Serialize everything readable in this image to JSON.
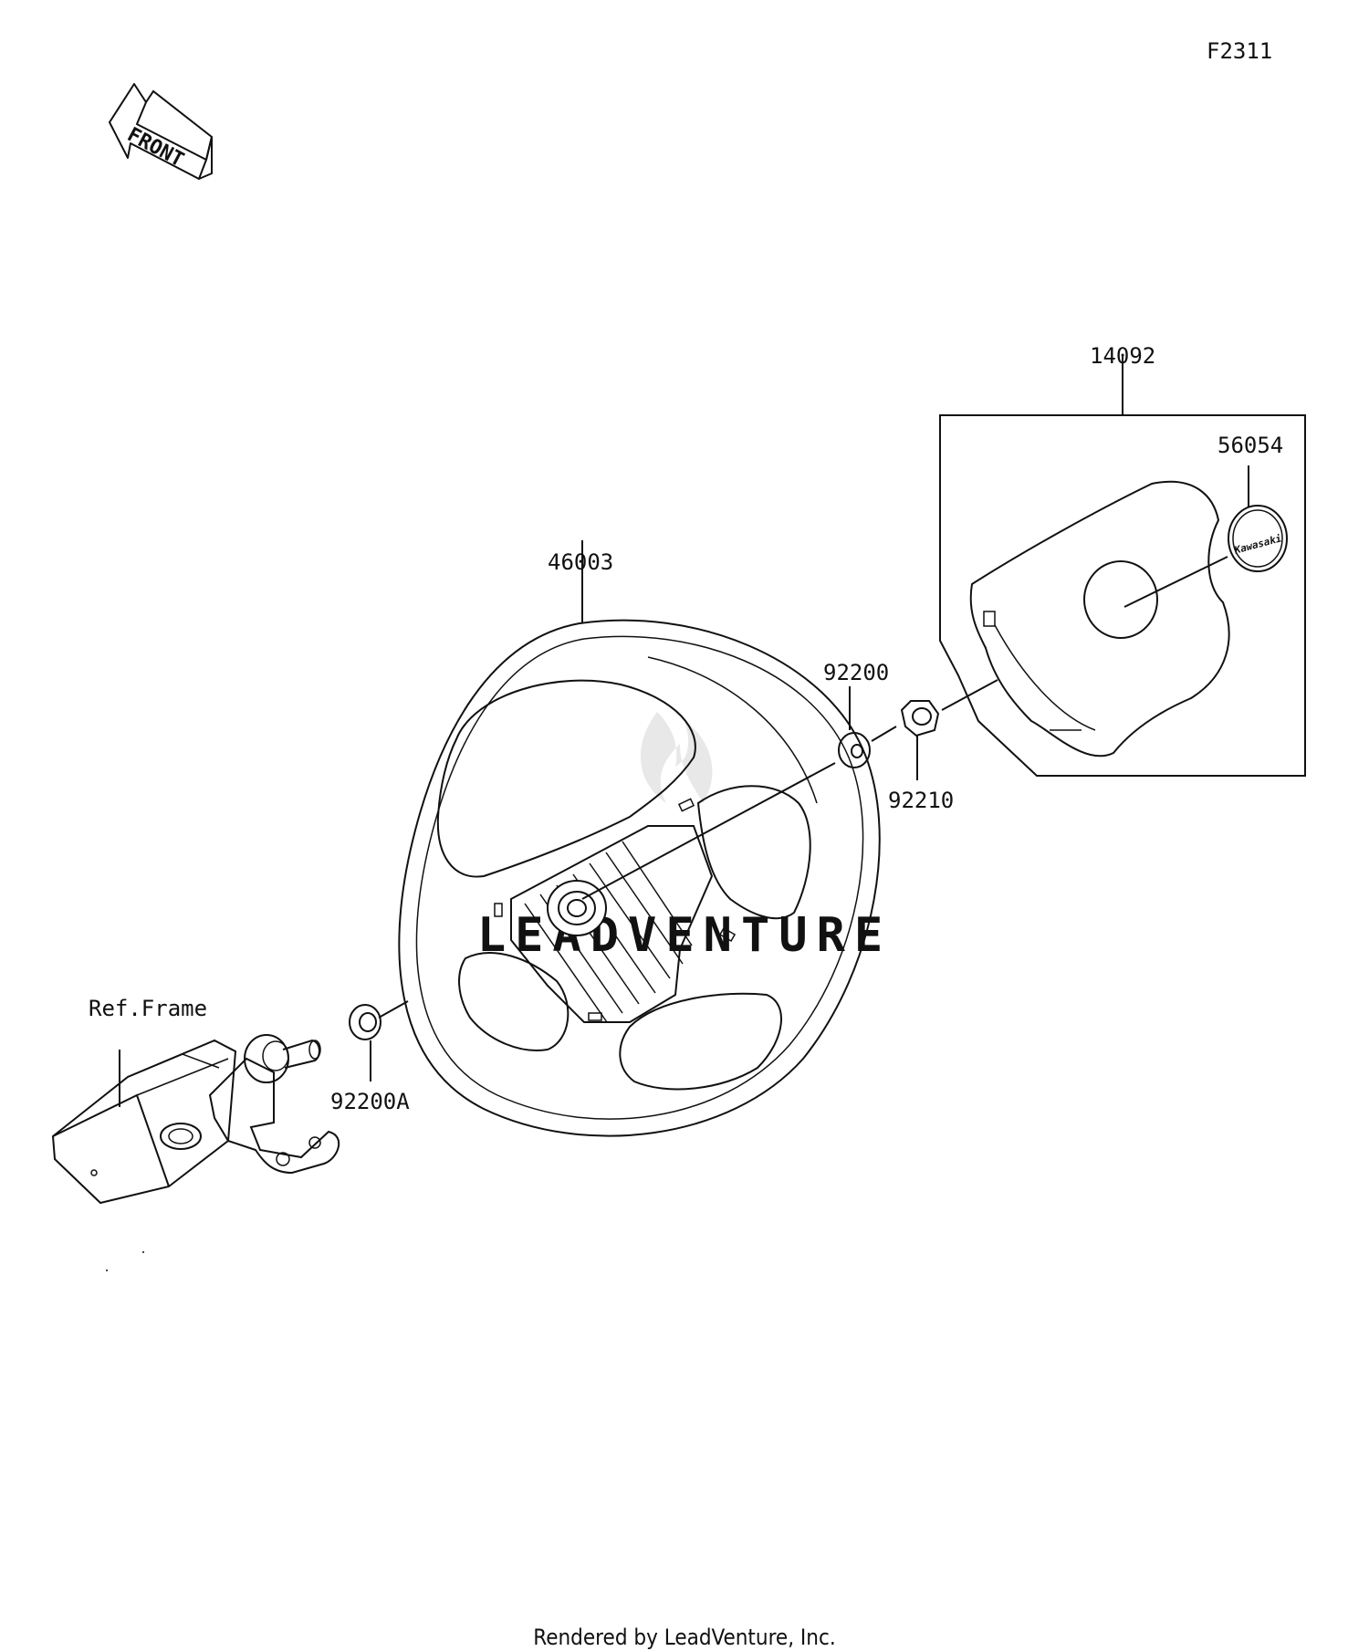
{
  "diagram_id": "F2311",
  "front_label": "FRONT",
  "parts": {
    "steering_wheel": "46003",
    "cover_assembly": "14092",
    "emblem": "56054",
    "washer": "92200",
    "nut": "92210",
    "washer_a": "92200A",
    "ref_frame": "Ref.Frame"
  },
  "watermark": "LEADVENTURE",
  "footer": "Rendered by LeadVenture, Inc."
}
